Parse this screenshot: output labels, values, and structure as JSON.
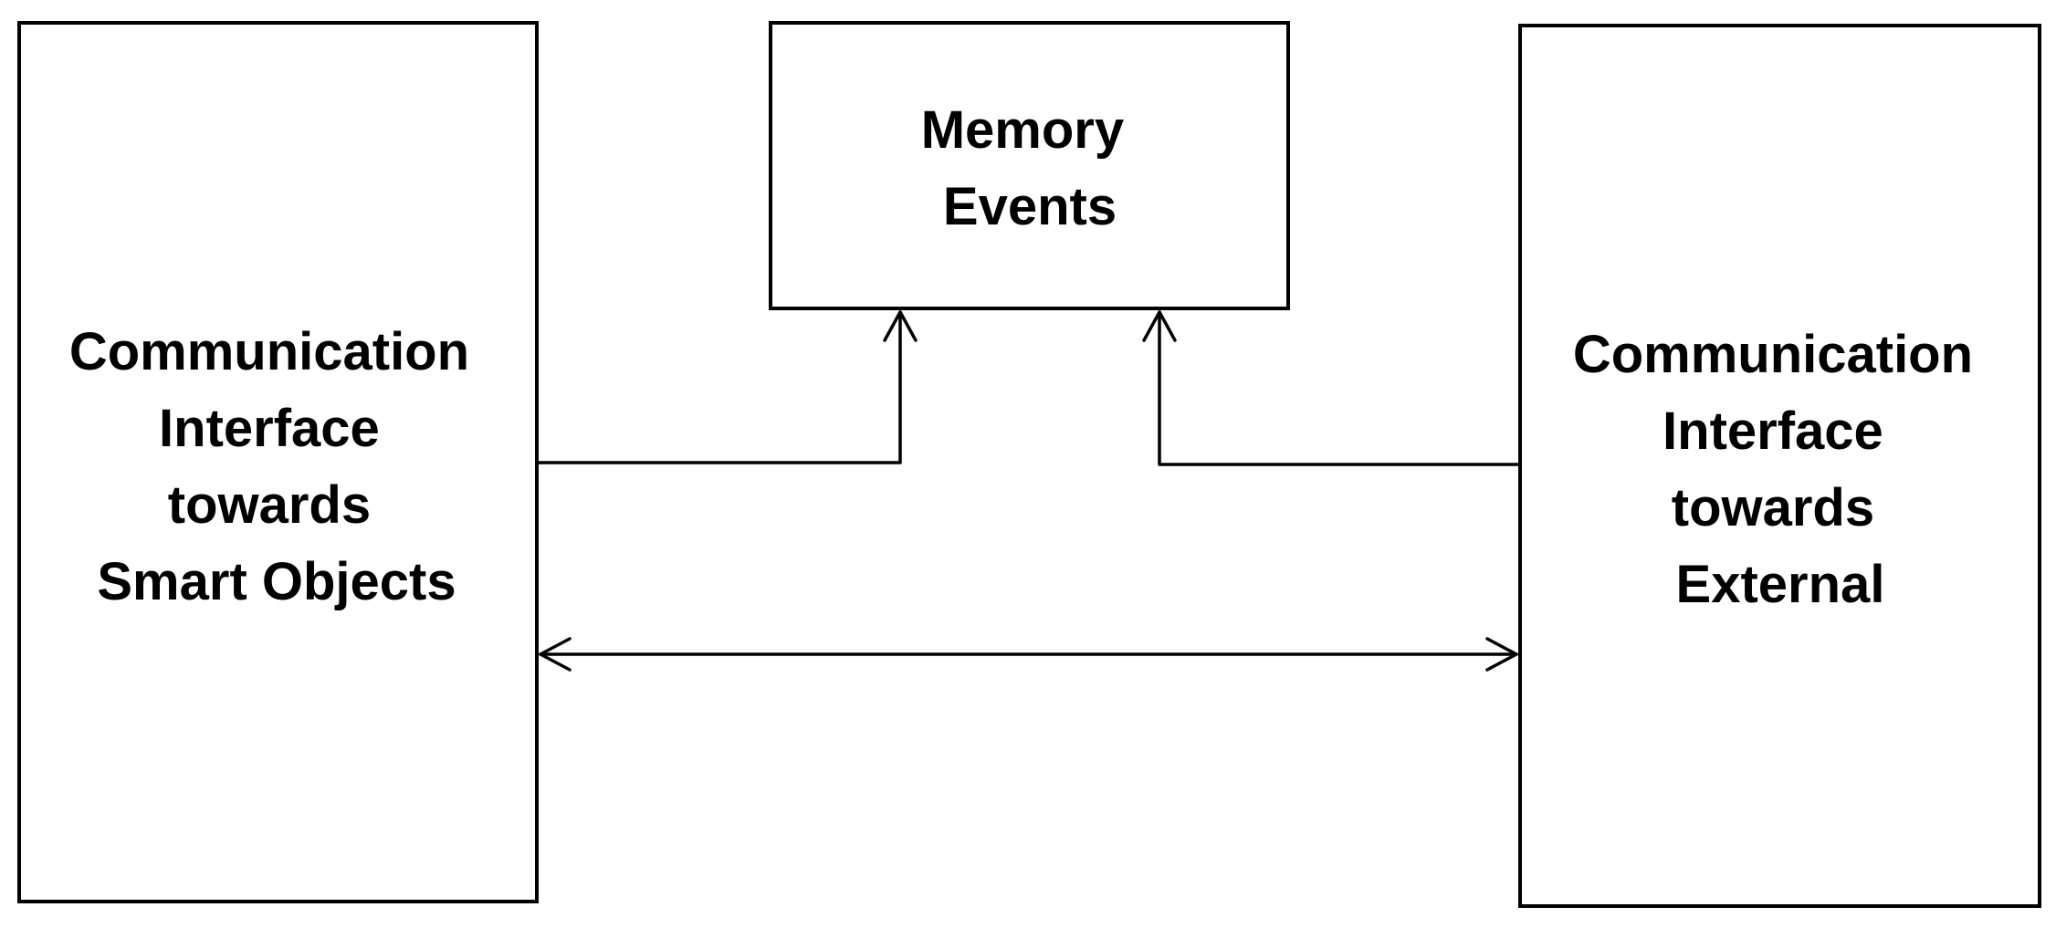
{
  "diagram": {
    "boxes": {
      "left": {
        "lines": [
          "Communication",
          "Interface",
          "towards",
          "Smart Objects"
        ]
      },
      "memory": {
        "lines": [
          "Memory",
          "Events"
        ]
      },
      "right": {
        "lines": [
          "Communication",
          "Interface",
          "towards",
          "External"
        ]
      }
    },
    "colors": {
      "stroke": "#000000",
      "background": "#ffffff"
    }
  }
}
